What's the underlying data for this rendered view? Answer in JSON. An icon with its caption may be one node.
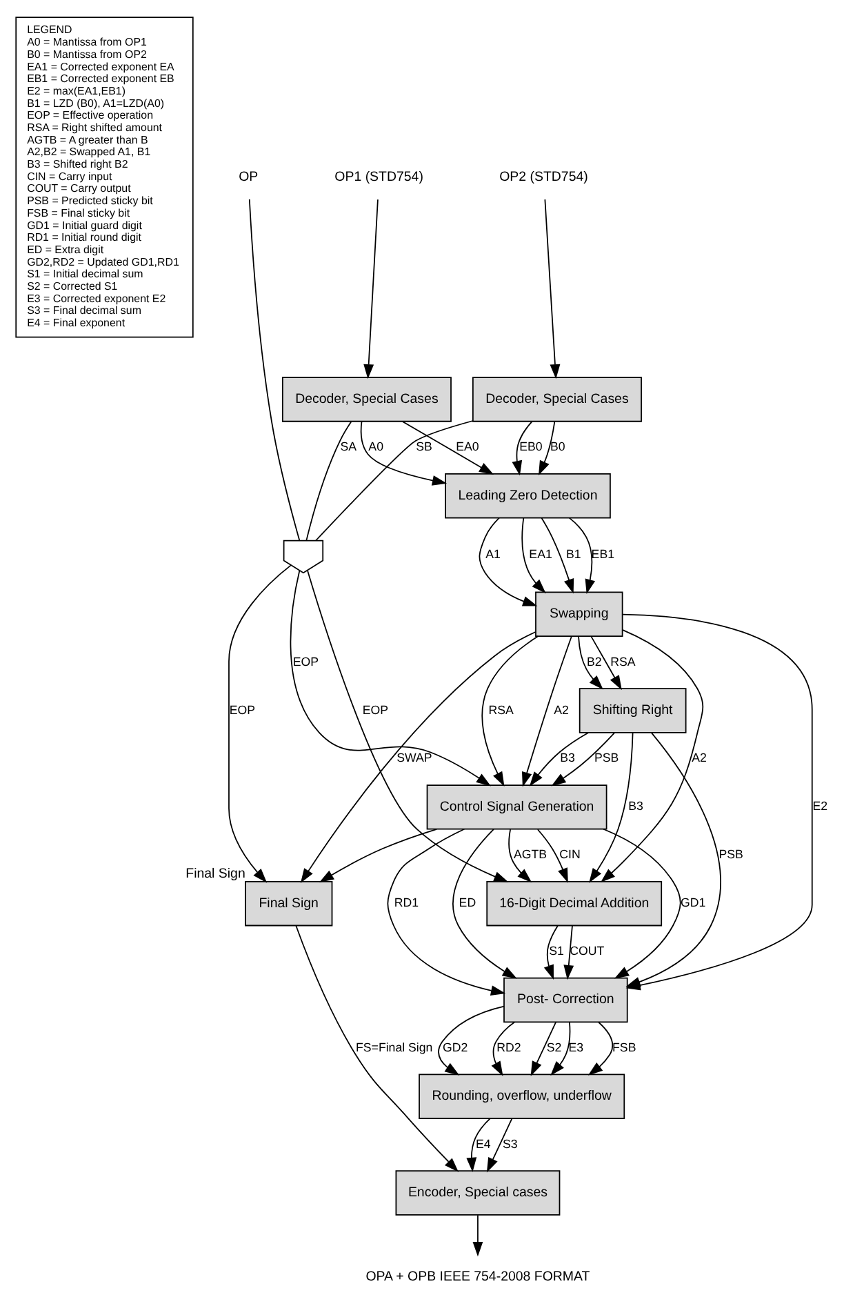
{
  "diagram": {
    "nodes": [
      {
        "text": [
          "LEGEND",
          "A0 = Mantissa from OP1",
          "B0 = Mantissa from OP2",
          "EA1 = Corrected exponent EA",
          "EB1 = Corrected exponent EB",
          "E2 = max(EA1,EB1)",
          "B1 = LZD (B0), A1=LZD(A0)",
          "EOP = Effective operation",
          "RSA = Right shifted amount",
          "AGTB = A greater than B",
          "A2,B2 = Swapped A1, B1",
          "B3 = Shifted right B2",
          "CIN = Carry input",
          "COUT = Carry output",
          "PSB = Predicted sticky bit",
          "FSB = Final sticky bit",
          "GD1 = Initial guard digit",
          "RD1 = Initial round digit",
          "ED = Extra digit",
          "GD2,RD2 = Updated GD1,RD1",
          "S1 = Initial decimal sum",
          "S2 = Corrected S1",
          "E3 = Corrected exponent E2",
          "S3 = Final decimal sum",
          "E4 = Final exponent"
        ]
      },
      {
        "text": [
          "OP"
        ]
      },
      {
        "text": [
          "OP1 (STD754)"
        ]
      },
      {
        "text": [
          "OP2 (STD754)"
        ]
      },
      {
        "text": [
          "Decoder, Special Cases"
        ]
      },
      {
        "text": [
          "Decoder, Special Cases"
        ]
      },
      {
        "text": [],
        "shape": "gate"
      },
      {
        "text": [
          "Leading Zero Detection"
        ]
      },
      {
        "text": [
          "Swapping"
        ]
      },
      {
        "text": [
          "Shifting Right"
        ]
      },
      {
        "text": [
          "Control Signal Generation"
        ]
      },
      {
        "text": [
          "Final Sign"
        ],
        "beside": [
          "Final Sign"
        ]
      },
      {
        "text": [
          "16-Digit Decimal Addition"
        ]
      },
      {
        "text": [
          "Post- Correction"
        ]
      },
      {
        "text": [
          "Rounding, overflow, underflow"
        ]
      },
      {
        "text": [
          "Encoder, Special cases"
        ]
      },
      {
        "text": [
          "OPA + OPB IEEE 754-2008 FORMAT"
        ]
      }
    ],
    "edges": [
      {
        "from": 2,
        "to": 4,
        "arrow": "to"
      },
      {
        "from": 3,
        "to": 5,
        "arrow": "to"
      },
      {
        "from": 1,
        "to": 6,
        "arrow": "none"
      },
      {
        "from": 4,
        "to": 6,
        "label": "SA",
        "arrow": "none"
      },
      {
        "from": 5,
        "to": 6,
        "label": "SB",
        "arrow": "none"
      },
      {
        "from": 4,
        "to": 7,
        "label": "A0",
        "arrow": "to"
      },
      {
        "from": 4,
        "to": 7,
        "label": "EA0",
        "arrow": "to"
      },
      {
        "from": 5,
        "to": 7,
        "label": "B0",
        "arrow": "to"
      },
      {
        "from": 5,
        "to": 7,
        "label": "EB0",
        "arrow": "to"
      },
      {
        "from": 6,
        "to": 10,
        "label": "EOP",
        "arrow": "to"
      },
      {
        "from": 7,
        "to": 8,
        "label": "A1",
        "arrow": "to"
      },
      {
        "from": 7,
        "to": 8,
        "label": "EA1",
        "arrow": "to"
      },
      {
        "from": 7,
        "to": 8,
        "label": "B1",
        "arrow": "to"
      },
      {
        "from": 7,
        "to": 8,
        "label": "EB1",
        "arrow": "to"
      },
      {
        "from": 8,
        "to": 11,
        "label": "SWAP",
        "arrow": "to"
      },
      {
        "from": 8,
        "to": 9,
        "label": "B2",
        "arrow": "to"
      },
      {
        "from": 8,
        "to": 9,
        "label": "RSA",
        "arrow": "to"
      },
      {
        "from": 8,
        "to": 10,
        "label": "RSA",
        "arrow": "to"
      },
      {
        "from": 8,
        "to": 10,
        "label": "A2",
        "arrow": "to"
      },
      {
        "from": 8,
        "to": 12,
        "label": "A2",
        "arrow": "to"
      },
      {
        "from": 8,
        "to": 13,
        "label": "E2",
        "arrow": "to"
      },
      {
        "from": 9,
        "to": 10,
        "label": "PSB",
        "arrow": "to"
      },
      {
        "from": 9,
        "to": 13,
        "label": "PSB",
        "arrow": "to"
      },
      {
        "from": 9,
        "to": 10,
        "label": "B3",
        "arrow": "to"
      },
      {
        "from": 9,
        "to": 12,
        "label": "B3",
        "arrow": "to"
      },
      {
        "from": 6,
        "to": 11,
        "label": "EOP",
        "arrow": "to"
      },
      {
        "from": 6,
        "to": 12,
        "label": "EOP",
        "arrow": "to"
      },
      {
        "from": 10,
        "to": 12,
        "label": "CIN",
        "arrow": "to"
      },
      {
        "from": 10,
        "to": 12,
        "label": "AGTB",
        "arrow": "to"
      },
      {
        "from": 10,
        "to": 11,
        "arrow": "to"
      },
      {
        "from": 10,
        "to": 13,
        "label": "GD1",
        "arrow": "to"
      },
      {
        "from": 10,
        "to": 13,
        "label": "RD1",
        "arrow": "to"
      },
      {
        "from": 10,
        "to": 13,
        "label": "ED",
        "arrow": "to"
      },
      {
        "from": 12,
        "to": 13,
        "label": "COUT",
        "arrow": "to"
      },
      {
        "from": 12,
        "to": 13,
        "label": "S1",
        "arrow": "to"
      },
      {
        "from": 13,
        "to": 14,
        "label": "FSB",
        "arrow": "to"
      },
      {
        "from": 13,
        "to": 14,
        "label": "GD2",
        "arrow": "to"
      },
      {
        "from": 13,
        "to": 14,
        "label": "RD2",
        "arrow": "to"
      },
      {
        "from": 13,
        "to": 14,
        "label": "S2",
        "arrow": "to"
      },
      {
        "from": 13,
        "to": 14,
        "label": "E3",
        "arrow": "to"
      },
      {
        "from": 11,
        "to": 15,
        "label": "FS=Final Sign",
        "arrow": "to"
      },
      {
        "from": 14,
        "to": 15,
        "label": "S3",
        "arrow": "to"
      },
      {
        "from": 14,
        "to": 15,
        "label": "E4",
        "arrow": "to"
      },
      {
        "from": 15,
        "to": 16,
        "arrow": "to"
      }
    ]
  }
}
